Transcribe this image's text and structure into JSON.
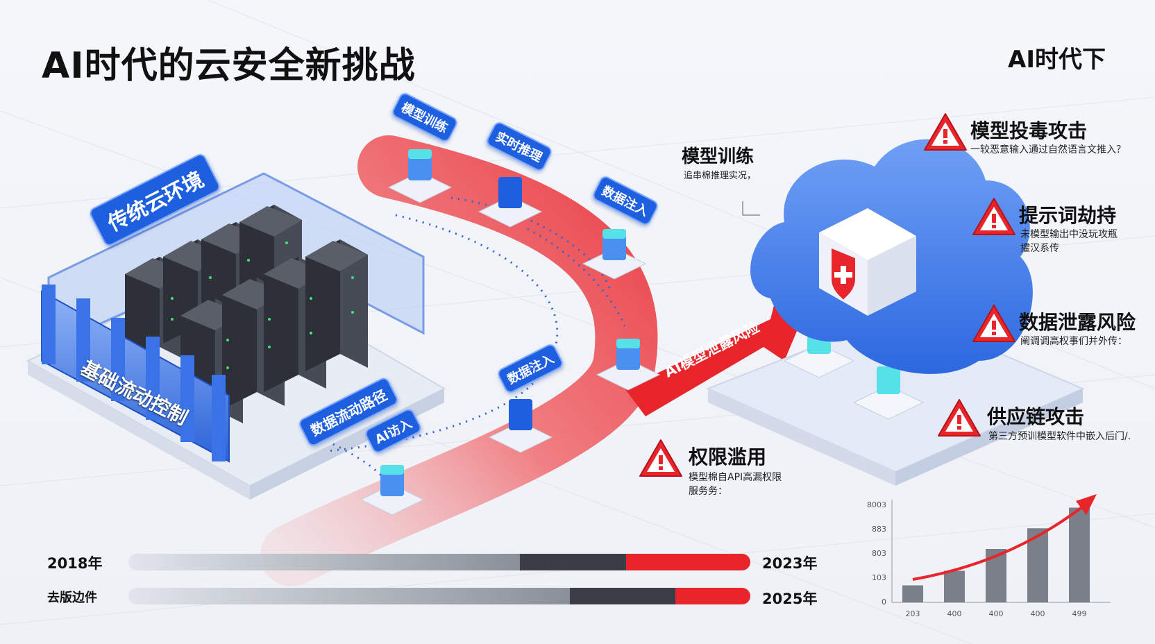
{
  "title": "AI时代的云安全新挑战",
  "subtitle": "AI时代下",
  "left_env": {
    "label": "传统云环境",
    "wall_label": "基础流动控制",
    "flow_label": "数据流动路径"
  },
  "pipeline_tags": {
    "training": "模型训练",
    "inference": "实时推理",
    "injection_top": "数据注入",
    "injection_mid": "数据注入",
    "ai_access": "AI访入"
  },
  "attack_arrow_label": "AI模型泄露风险",
  "training_callout": {
    "title": "模型训练",
    "desc": "追串棉推理实况，"
  },
  "threats": [
    {
      "title": "模型投毒攻击",
      "desc": [
        "一较恶意输入通过自然语言文推入？"
      ]
    },
    {
      "title": "提示词劫持",
      "desc": [
        "未模型输出中没玩攻瓶",
        "攉汉系传"
      ]
    },
    {
      "title": "数据泄露风险",
      "desc": [
        "阐调调高权事们并外传："
      ]
    },
    {
      "title": "供应链攻击",
      "desc": [
        "第三方预训模型软件中嵌入后门/."
      ]
    },
    {
      "title": "权限滥用",
      "desc": [
        "模型棉自API高漏权限",
        "服务务："
      ]
    }
  ],
  "timeline": {
    "row1": {
      "start": "2018年",
      "end": "2023年",
      "segments": [
        0.63,
        0.8,
        1.0
      ]
    },
    "row2": {
      "start": "去版边件",
      "end": "2025年",
      "segments": [
        0.71,
        0.88,
        1.0
      ]
    }
  },
  "chart_data": {
    "type": "bar",
    "categories": [
      "203",
      "400",
      "400",
      "400",
      "499"
    ],
    "values": [
      70,
      130,
      220,
      305,
      390
    ],
    "ytick_labels": [
      "0",
      "103",
      "803",
      "883",
      "8003"
    ],
    "ytick_values": [
      0,
      100,
      200,
      300,
      400
    ],
    "ylim": [
      0,
      400
    ],
    "trend": "rising",
    "colors": {
      "bars": "#7a7f8a",
      "trend_arrow": "#e8252b"
    }
  },
  "colors": {
    "accent_blue": "#1e5fe0",
    "danger_red": "#e8252b",
    "dark_server": "#3a3d45",
    "bg": "#f2f4f8"
  }
}
